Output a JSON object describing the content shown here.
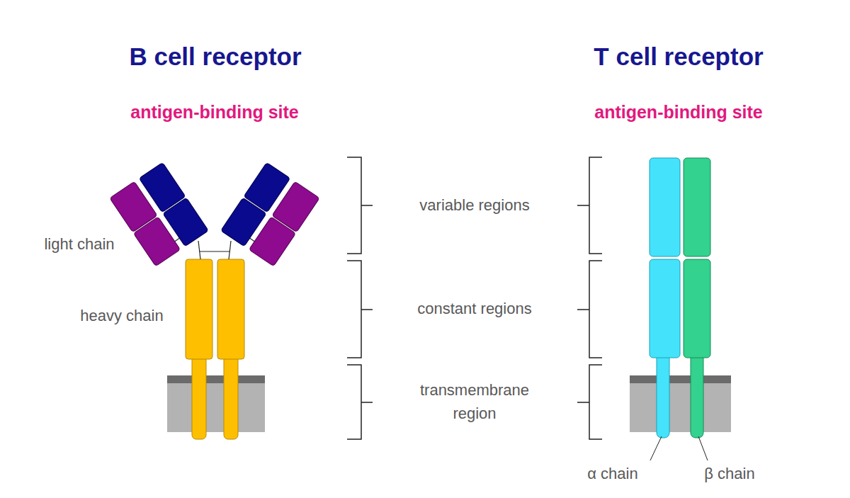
{
  "diagram": {
    "labels": [
      "B cell receptor",
      "T cell receptor",
      "antigen-binding site",
      "antigen-binding site",
      "light chain",
      "variable regions",
      "heavy chain",
      "constant regions",
      "transmembrane region",
      "α chain",
      "β chain"
    ]
  }
}
